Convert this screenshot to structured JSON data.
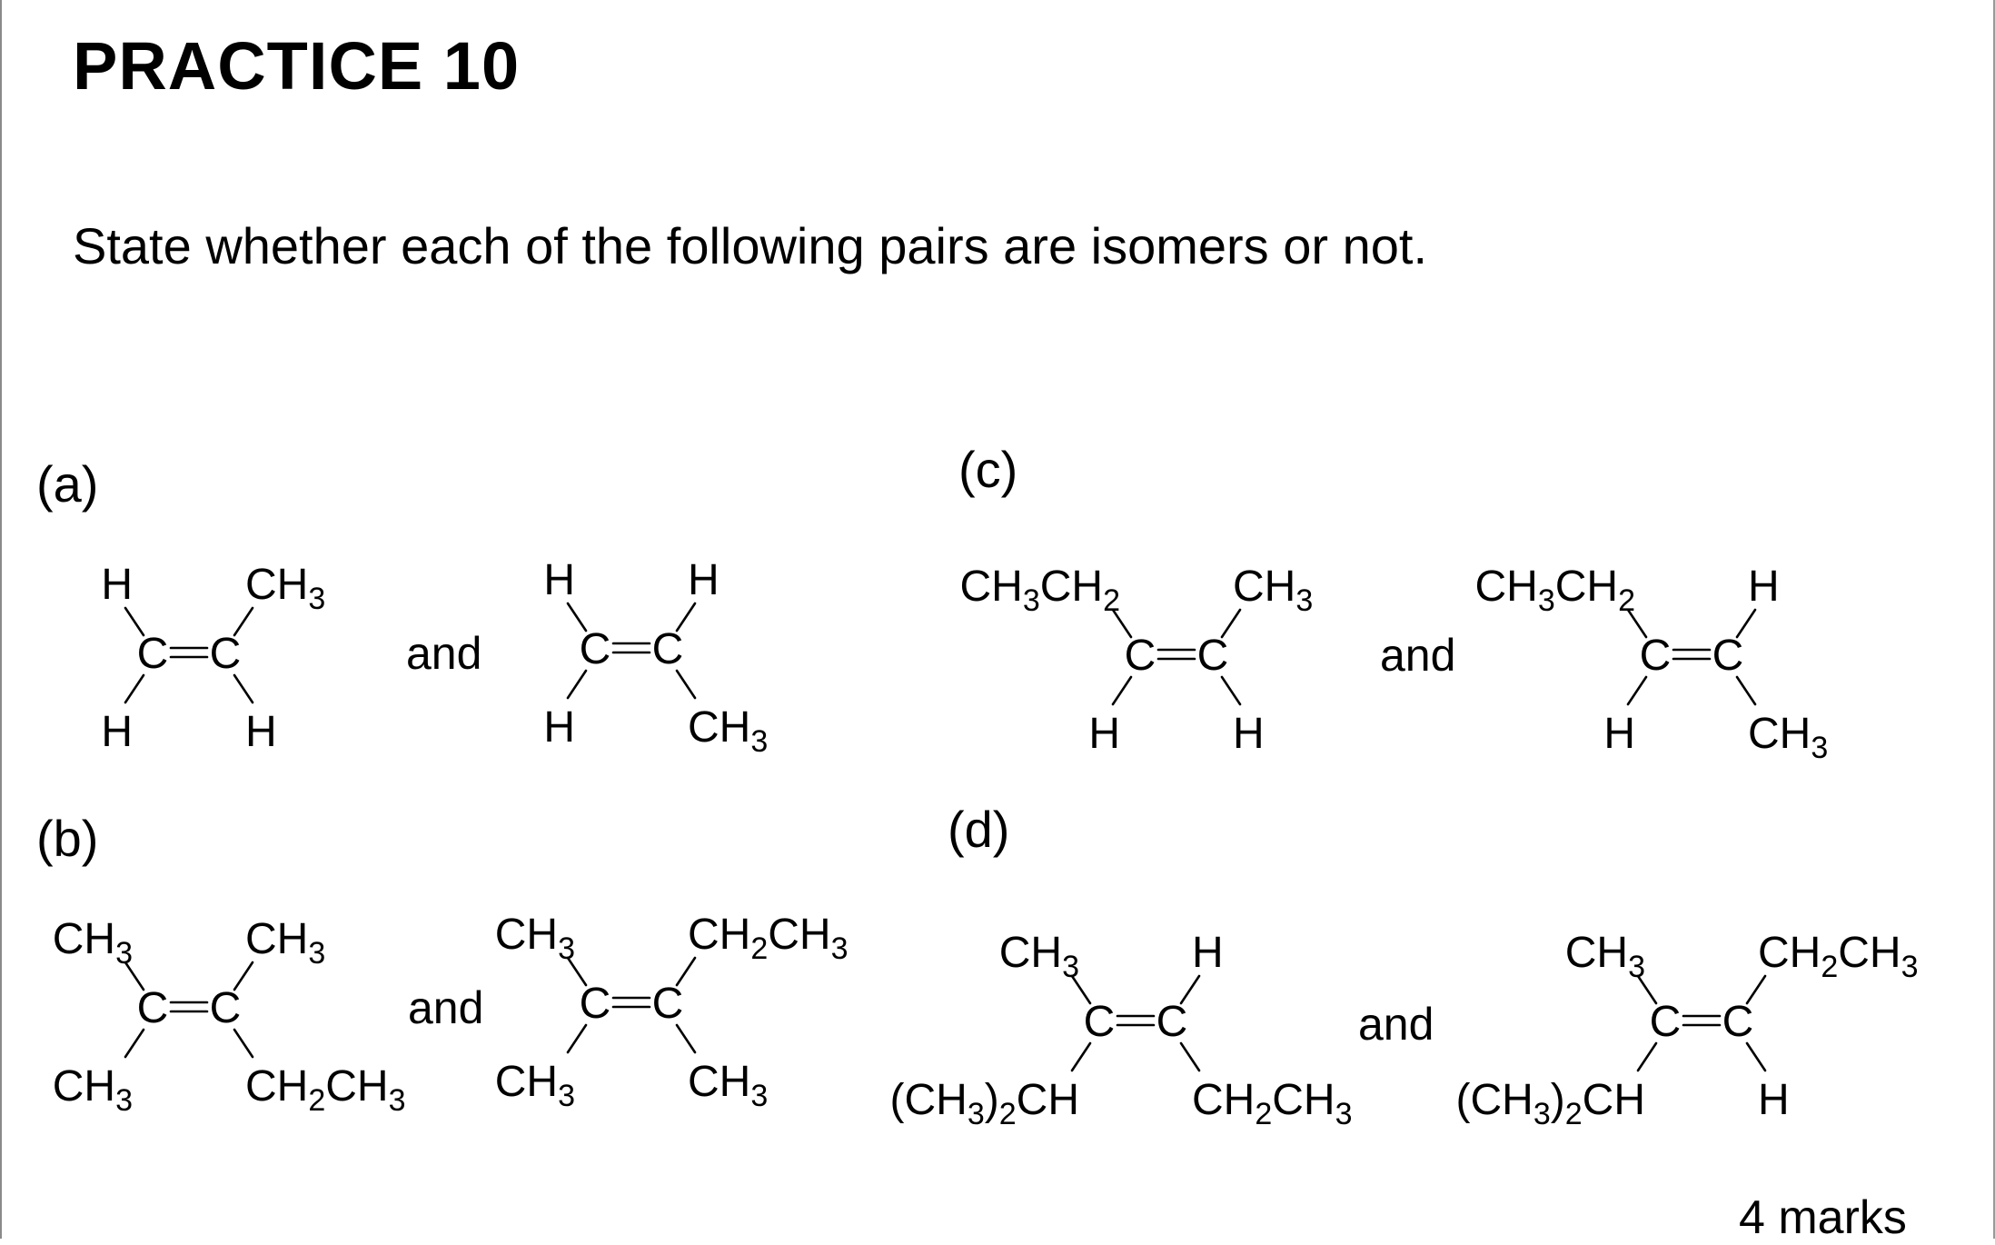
{
  "title": "PRACTICE 10",
  "instruction": "State whether each of the following pairs are isomers or not.",
  "marks": "4 marks",
  "questions": [
    {
      "label": "(a)",
      "connector": "and",
      "molecules": [
        {
          "top_left": "H",
          "top_right": "CH3",
          "bottom_left": "H",
          "bottom_right": "H"
        },
        {
          "top_left": "H",
          "top_right": "H",
          "bottom_left": "H",
          "bottom_right": "CH3"
        }
      ]
    },
    {
      "label": "(b)",
      "connector": "and",
      "molecules": [
        {
          "top_left": "CH3",
          "top_right": "CH3",
          "bottom_left": "CH3",
          "bottom_right": "CH2CH3"
        },
        {
          "top_left": "CH3",
          "top_right": "CH2CH3",
          "bottom_left": "CH3",
          "bottom_right": "CH3"
        }
      ]
    },
    {
      "label": "(c)",
      "connector": "and",
      "molecules": [
        {
          "top_left": "CH3CH2",
          "top_right": "CH3",
          "bottom_left": "H",
          "bottom_right": "H"
        },
        {
          "top_left": "CH3CH2",
          "top_right": "H",
          "bottom_left": "H",
          "bottom_right": "CH3"
        }
      ]
    },
    {
      "label": "(d)",
      "connector": "and",
      "molecules": [
        {
          "top_left": "CH3",
          "top_right": "H",
          "bottom_left": "(CH3)2CH",
          "bottom_right": "CH2CH3"
        },
        {
          "top_left": "CH3",
          "top_right": "CH2CH3",
          "bottom_left": "(CH3)2CH",
          "bottom_right": "H"
        }
      ]
    }
  ]
}
